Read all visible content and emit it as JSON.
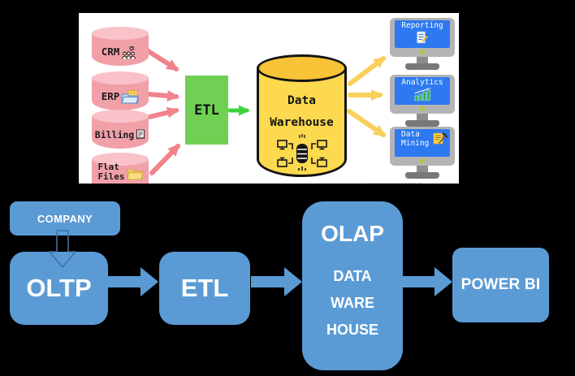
{
  "top_diagram": {
    "sources": [
      {
        "label": "CRM",
        "icon": "crm-people-heart-icon"
      },
      {
        "label": "ERP",
        "icon": "erp-folder-doc-icon"
      },
      {
        "label": "Billing",
        "icon": "billing-receipt-icon"
      },
      {
        "label": "Flat\nFiles",
        "icon": "flat-files-folder-icon"
      }
    ],
    "etl_label": "ETL",
    "warehouse_label": "Data\nWarehouse",
    "outputs": [
      {
        "label": "Reporting",
        "icon": "report-checklist-icon"
      },
      {
        "label": "Analytics",
        "icon": "bar-chart-growth-icon"
      },
      {
        "label": "Data\nMining",
        "icon": "document-pickaxe-icon"
      }
    ],
    "colors": {
      "panel_bg": "#ffffff",
      "cylinder_pink": "#f2a0a8",
      "cylinder_pink_light": "#f8c2c8",
      "arrow_pink": "#f2828c",
      "etl_green": "#6fd054",
      "arrow_green": "#3ed43e",
      "warehouse_yellow": "#fcd94e",
      "warehouse_yellow_top": "#f8c337",
      "arrow_yellow": "#f8d05a",
      "screen_blue": "#2d79f0",
      "monitor_gray": "#b4b4b4",
      "power_dot_green": "#aacb3a"
    }
  },
  "bottom_flow": {
    "company_label": "COMPANY",
    "oltp_label": "OLTP",
    "etl_label": "ETL",
    "olap_title": "OLAP",
    "olap_sub": [
      "DATA",
      "WARE",
      "HOUSE"
    ],
    "powerbi_label": "POWER BI",
    "colors": {
      "background": "#000000",
      "box_blue": "#5b9bd5",
      "outline_blue": "#41719c",
      "text": "#ffffff"
    }
  }
}
